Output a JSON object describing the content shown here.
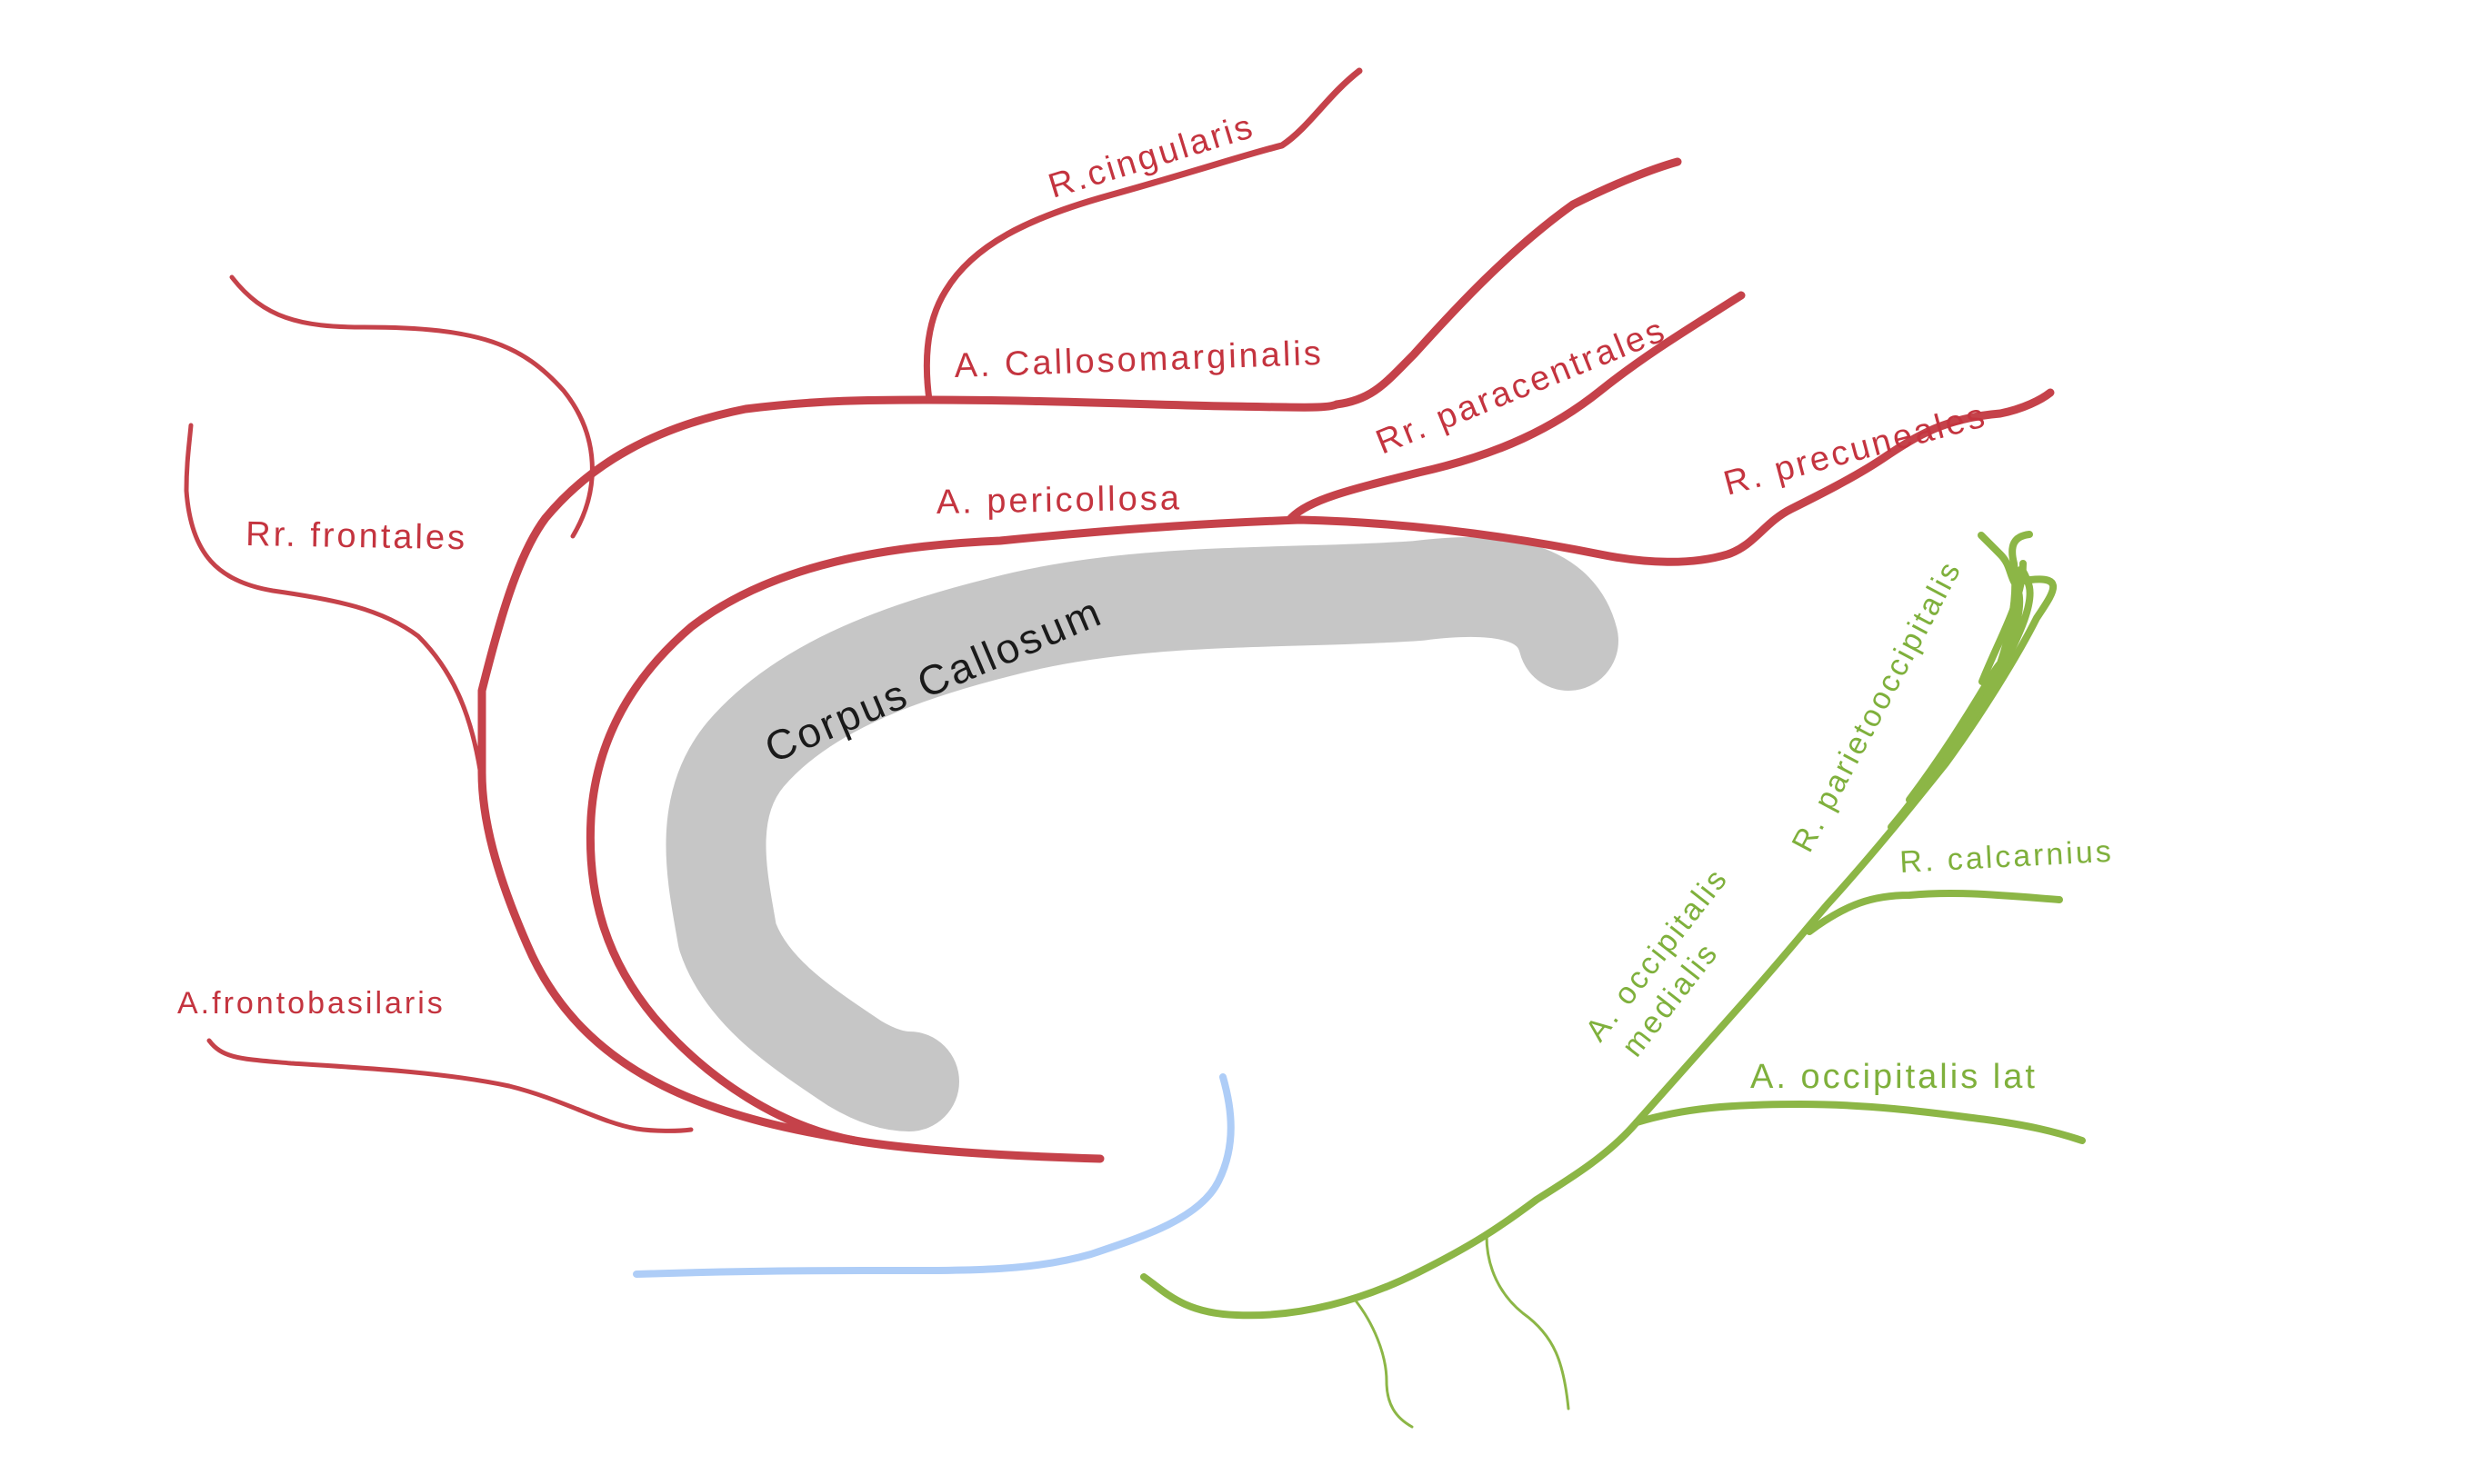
{
  "colors": {
    "anterior_system": "#c5424a",
    "posterior_system": "#8cb646",
    "other_vessel": "#aecdf7",
    "corpus_callosum": "#c6c6c6",
    "background": "#ffffff"
  },
  "labels": {
    "corpus_callosum": "Corpus Callosum",
    "r_cingularis": "R.cingularis",
    "a_callosomarginalis": "A. Callosomarginalis",
    "rr_paracentrales": "Rr. paracentrales",
    "a_pericollosa": "A. pericollosa",
    "r_precuneales": "R. precuneales",
    "rr_frontales": "Rr. frontales",
    "a_frontobasilaris": "A.frontobasilaris",
    "r_parietooccipitalis": "R. parietooccipitalis",
    "r_calcarnius": "R. calcarnius",
    "a_occipitalis_medialis_line1": "A. occipitalis",
    "a_occipitalis_medialis_line2": "medialis",
    "a_occipitalis_lat": "A. occipitalis lat"
  }
}
